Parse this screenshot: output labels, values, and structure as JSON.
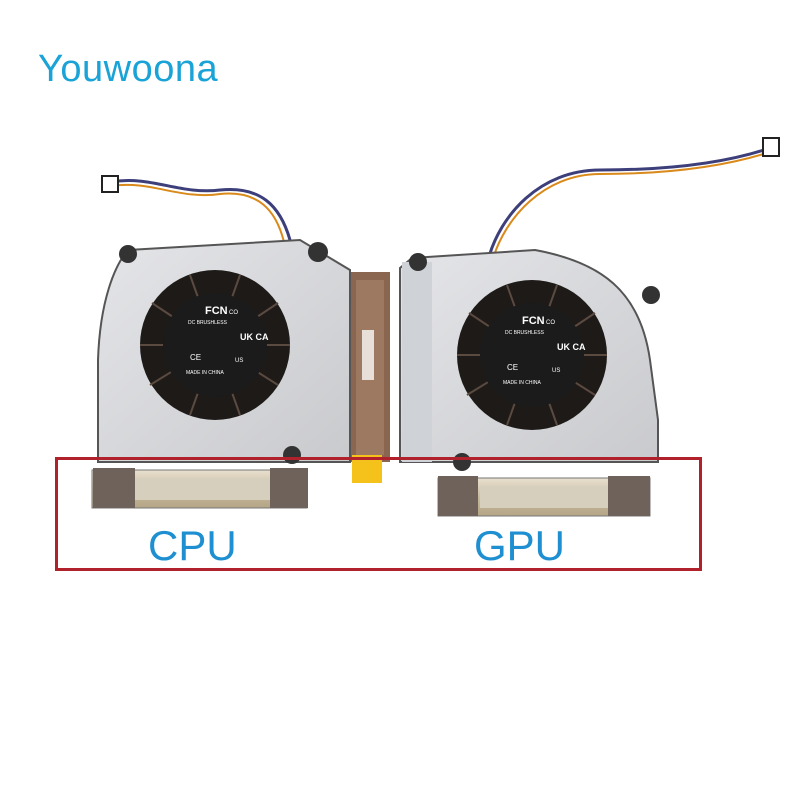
{
  "brand": {
    "name": "Youwoona",
    "color": "#1aa3d6"
  },
  "fans": [
    {
      "role": "CPU",
      "sticker_brand": "FCN",
      "sticker_co": "CO",
      "sticker_type": "DC BRUSHLESS",
      "sticker_origin": "MADE IN CHINA",
      "sticker_mark": "UK CA",
      "sticker_ce": "CE",
      "sticker_us": "US"
    },
    {
      "role": "GPU",
      "sticker_brand": "FCN",
      "sticker_co": "CO",
      "sticker_type": "DC BRUSHLESS",
      "sticker_origin": "MADE IN CHINA",
      "sticker_mark": "UK CA",
      "sticker_ce": "CE",
      "sticker_us": "US"
    }
  ],
  "labels": {
    "cpu": "CPU",
    "gpu": "GPU"
  },
  "colors": {
    "label": "#1e8fd0",
    "highlight_box": "#b0212b",
    "fan_body": "#d6d7da",
    "sticker": "#1b1b1b",
    "foam": "#6e625b"
  }
}
